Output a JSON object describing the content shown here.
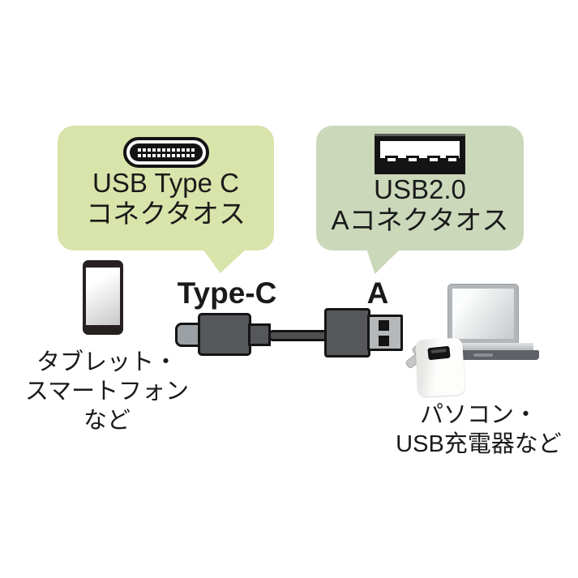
{
  "bubbles": {
    "type_c": {
      "lines": [
        "USB Type C",
        "コネクタオス"
      ],
      "bg_color": "#d8e4aa",
      "icon": "usb-type-c-port-icon"
    },
    "usb_a": {
      "lines": [
        "USB2.0",
        "Aコネクタオス"
      ],
      "bg_color": "#ccd8ba",
      "icon": "usb-a-port-icon"
    }
  },
  "connector_labels": {
    "left": "Type-C",
    "right": "A"
  },
  "captions": {
    "left_device": [
      "タブレット・",
      "スマートフォン",
      "など"
    ],
    "right_device": [
      "パソコン・",
      "USB充電器など"
    ]
  },
  "colors": {
    "cable_body": "#56575b",
    "cable_outline": "#141414",
    "connector_metal": "#b5b8ba",
    "type_c_tip": "#9aa0a3",
    "text": "#1a1a1a",
    "background": "#ffffff"
  }
}
